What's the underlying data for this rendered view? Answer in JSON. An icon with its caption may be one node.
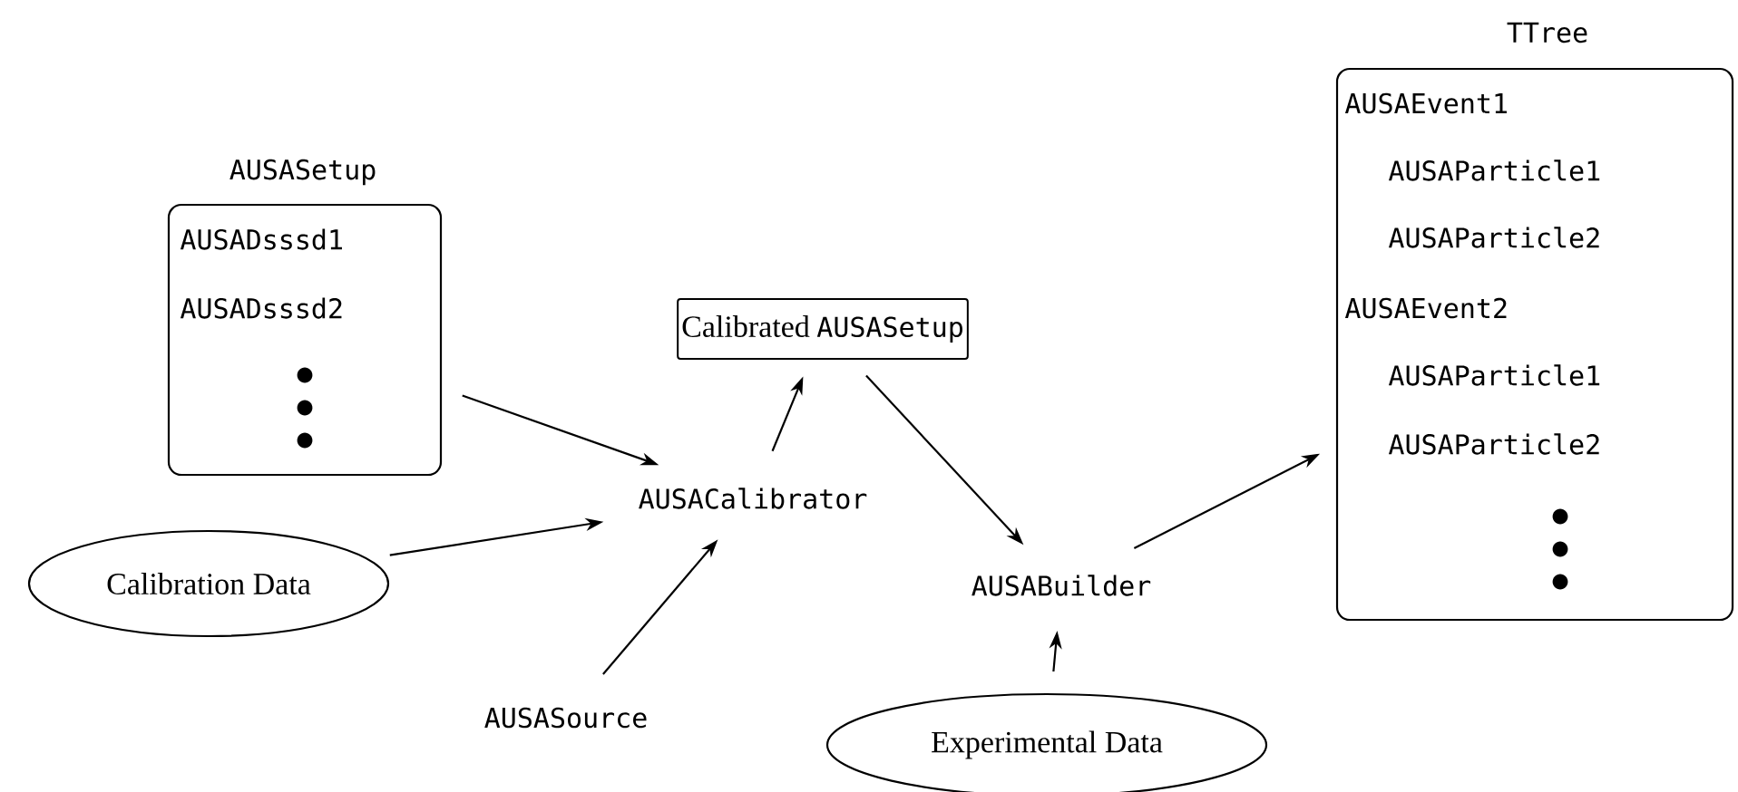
{
  "diagram": {
    "nodes": [
      {
        "text": [
          "AUSASetup",
          "AUSADsssd1",
          "AUSADsssd2"
        ]
      },
      {
        "text": [
          "Calibration Data"
        ]
      },
      {
        "text": [
          "AUSACalibrator"
        ]
      },
      {
        "text": [
          "AUSASource"
        ]
      },
      {
        "text": [
          "Calibrated",
          "AUSASetup"
        ]
      },
      {
        "text": [
          "AUSABuilder"
        ]
      },
      {
        "text": [
          "Experimental Data"
        ]
      },
      {
        "text": [
          "TTree",
          "AUSAEvent1",
          "AUSAParticle1",
          "AUSAParticle2",
          "AUSAEvent2",
          "AUSAParticle1",
          "AUSAParticle2"
        ]
      }
    ],
    "edges": [
      {
        "from": 0,
        "to": 2,
        "arrow": "to"
      },
      {
        "from": 1,
        "to": 2,
        "arrow": "to"
      },
      {
        "from": 3,
        "to": 2,
        "arrow": "to"
      },
      {
        "from": 2,
        "to": 4,
        "arrow": "to"
      },
      {
        "from": 4,
        "to": 5,
        "arrow": "to"
      },
      {
        "from": 6,
        "to": 5,
        "arrow": "to"
      },
      {
        "from": 5,
        "to": 7,
        "arrow": "to"
      }
    ]
  }
}
